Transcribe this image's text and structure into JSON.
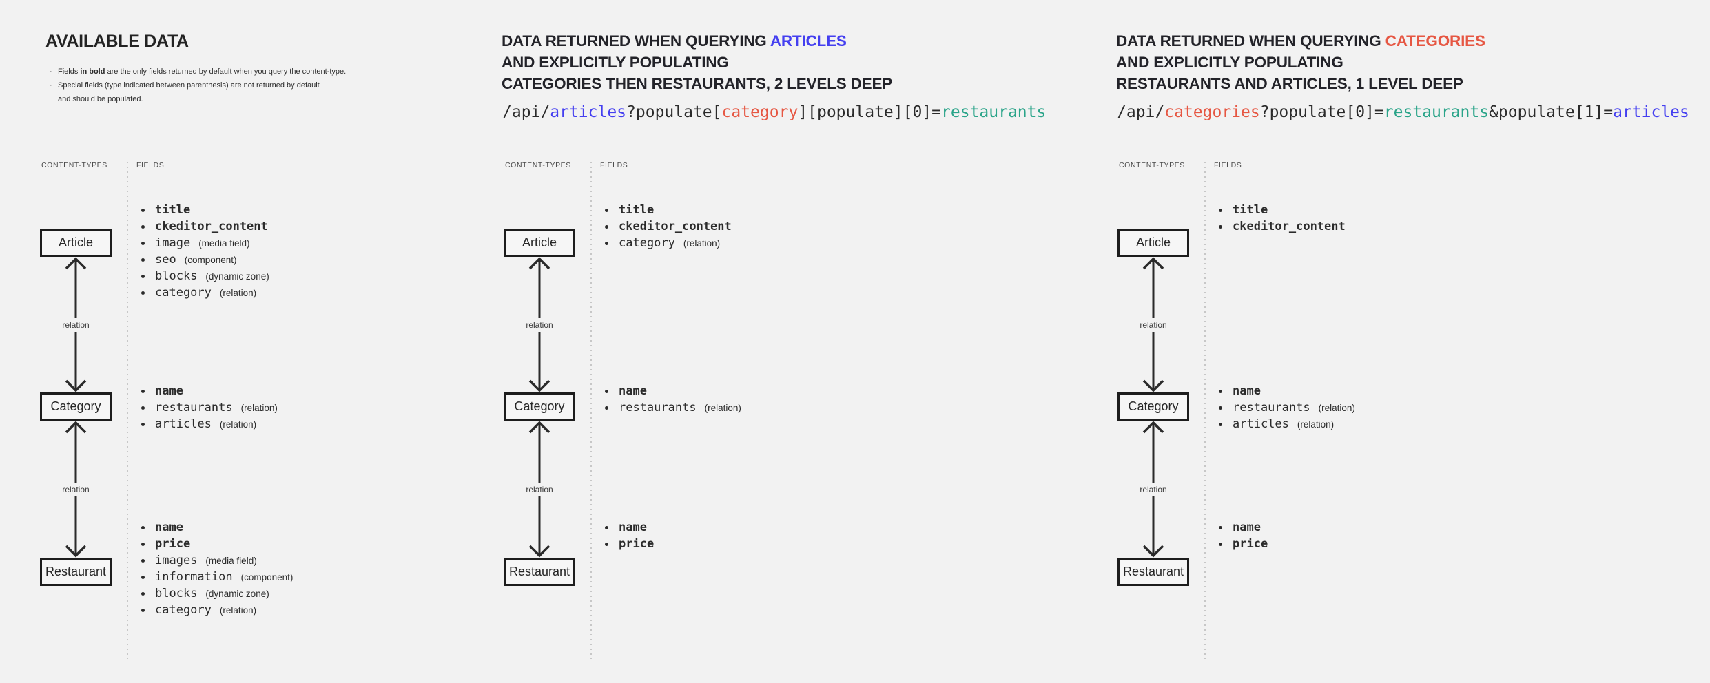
{
  "colors": {
    "blue": "#443ff0",
    "red": "#e65743",
    "teal": "#2aa489",
    "dark": "#2b2b2b",
    "bg": "#f2f2f2"
  },
  "panel1": {
    "title": "AVAILABLE DATA",
    "note1_pre": "Fields ",
    "note1_bold": "in bold",
    "note1_post": " are the only fields returned by default when you query the content-type.",
    "note2_line1": "Special fields (type indicated between parenthesis) are not returned by default",
    "note2_line2": "and should be populated."
  },
  "panel2": {
    "heading_line1_pre": "DATA RETURNED WHEN QUERYING ",
    "heading_line1_highlight": "ARTICLES",
    "heading_line2": "AND EXPLICITLY POPULATING",
    "heading_line3": "CATEGORIES THEN RESTAURANTS, 2 LEVELS DEEP",
    "code": [
      {
        "t": "/api/",
        "c": "dark"
      },
      {
        "t": "articles",
        "c": "blue"
      },
      {
        "t": "?populate[",
        "c": "dark"
      },
      {
        "t": "category",
        "c": "red"
      },
      {
        "t": "][populate][0]=",
        "c": "dark"
      },
      {
        "t": "restaurants",
        "c": "teal"
      }
    ]
  },
  "panel3": {
    "heading_line1_pre": "DATA RETURNED WHEN QUERYING ",
    "heading_line1_highlight": "CATEGORIES",
    "heading_line2": "AND EXPLICITLY POPULATING",
    "heading_line3": "RESTAURANTS AND ARTICLES, 1 LEVEL DEEP",
    "code": [
      {
        "t": "/api/",
        "c": "dark"
      },
      {
        "t": "categories",
        "c": "red"
      },
      {
        "t": "?populate[0]=",
        "c": "dark"
      },
      {
        "t": "restaurants",
        "c": "teal"
      },
      {
        "t": "&populate[1]=",
        "c": "dark"
      },
      {
        "t": "articles",
        "c": "blue"
      }
    ]
  },
  "diagram_labels": {
    "content_types": "CONTENT-TYPES",
    "fields": "FIELDS",
    "relation": "relation"
  },
  "nodes": {
    "article": "Article",
    "category": "Category",
    "restaurant": "Restaurant"
  },
  "node_colors": {
    "p1": [
      "dark",
      "dark",
      "dark"
    ],
    "p2": [
      "blue",
      "red",
      "teal"
    ],
    "p3": [
      "blue",
      "red",
      "teal"
    ]
  },
  "fields": {
    "p1_article": [
      {
        "name": "title",
        "bold": true
      },
      {
        "name": "ckeditor_content",
        "bold": true
      },
      {
        "name": "image",
        "type": "(media field)"
      },
      {
        "name": "seo",
        "type": "(component)"
      },
      {
        "name": "blocks",
        "type": "(dynamic zone)"
      },
      {
        "name": "category",
        "type": "(relation)"
      }
    ],
    "p1_category": [
      {
        "name": "name",
        "bold": true
      },
      {
        "name": "restaurants",
        "type": "(relation)"
      },
      {
        "name": "articles",
        "type": "(relation)"
      }
    ],
    "p1_restaurant": [
      {
        "name": "name",
        "bold": true
      },
      {
        "name": "price",
        "bold": true
      },
      {
        "name": "images",
        "type": "(media field)"
      },
      {
        "name": "information",
        "type": "(component)"
      },
      {
        "name": "blocks",
        "type": "(dynamic zone)"
      },
      {
        "name": "category",
        "type": "(relation)"
      }
    ],
    "p2_article": [
      {
        "name": "title",
        "bold": true
      },
      {
        "name": "ckeditor_content",
        "bold": true
      },
      {
        "name": "category",
        "type": "(relation)",
        "color": "red"
      }
    ],
    "p2_category": [
      {
        "name": "name",
        "bold": true
      },
      {
        "name": "restaurants",
        "type": "(relation)",
        "color": "teal"
      }
    ],
    "p2_restaurant": [
      {
        "name": "name",
        "bold": true
      },
      {
        "name": "price",
        "bold": true
      }
    ],
    "p3_article": [
      {
        "name": "title",
        "bold": true
      },
      {
        "name": "ckeditor_content",
        "bold": true
      }
    ],
    "p3_category": [
      {
        "name": "name",
        "bold": true
      },
      {
        "name": "restaurants",
        "type": "(relation)",
        "color": "teal"
      },
      {
        "name": "articles",
        "type": "(relation)",
        "color": "blue"
      }
    ],
    "p3_restaurant": [
      {
        "name": "name",
        "bold": true
      },
      {
        "name": "price",
        "bold": true
      }
    ]
  }
}
